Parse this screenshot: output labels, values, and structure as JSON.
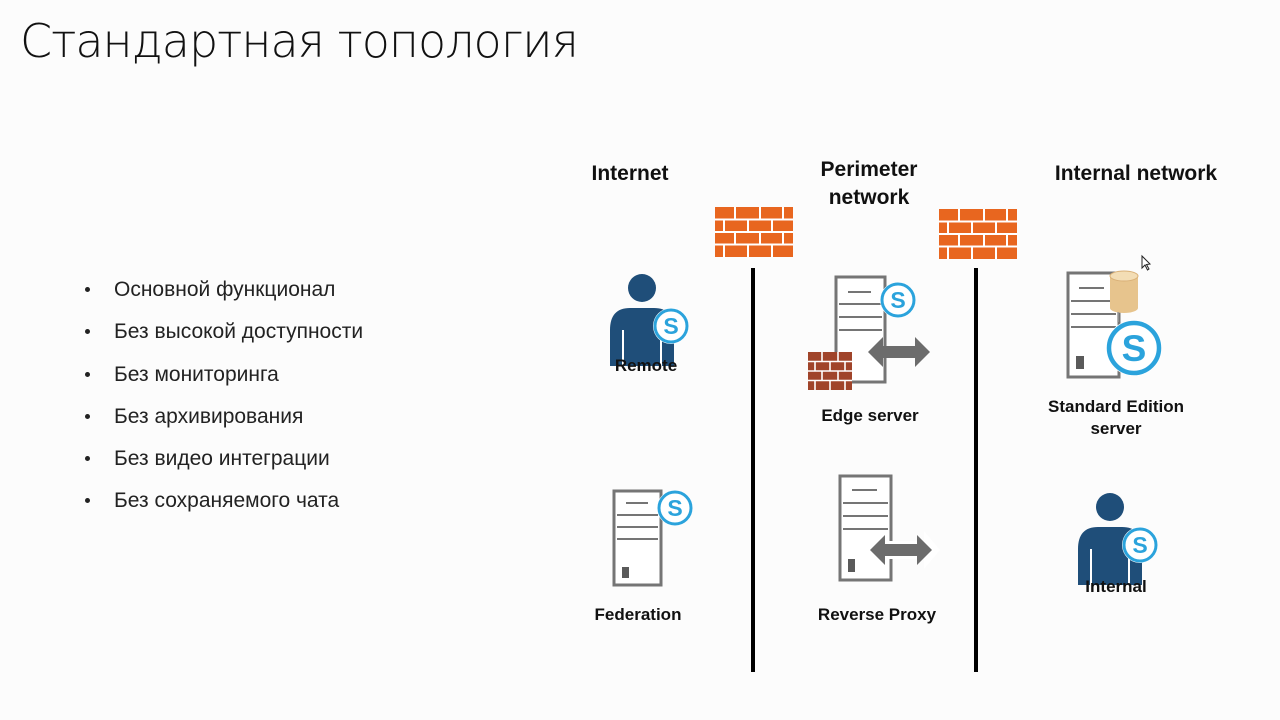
{
  "slide": {
    "title": "Стандартная топология"
  },
  "bullets": [
    "Основной функционал",
    "Без высокой доступности",
    "Без мониторинга",
    "Без архивирования",
    "Без видео интеграции",
    "Без сохраняемого чата"
  ],
  "zones": {
    "internet": "Internet",
    "perimeter": "Perimeter network",
    "internal": "Internal network"
  },
  "nodes": {
    "remote": "Remote",
    "edge": "Edge server",
    "standard": "Standard Edition server",
    "federation": "Federation",
    "proxy": "Reverse Proxy",
    "internal_user": "Internal"
  },
  "colors": {
    "firewall": "#e8661f",
    "user": "#1f4e79",
    "skype": "#2ba3dc",
    "arrow": "#6c6c6c",
    "server_outline": "#757575",
    "database": "#e7c48d"
  }
}
